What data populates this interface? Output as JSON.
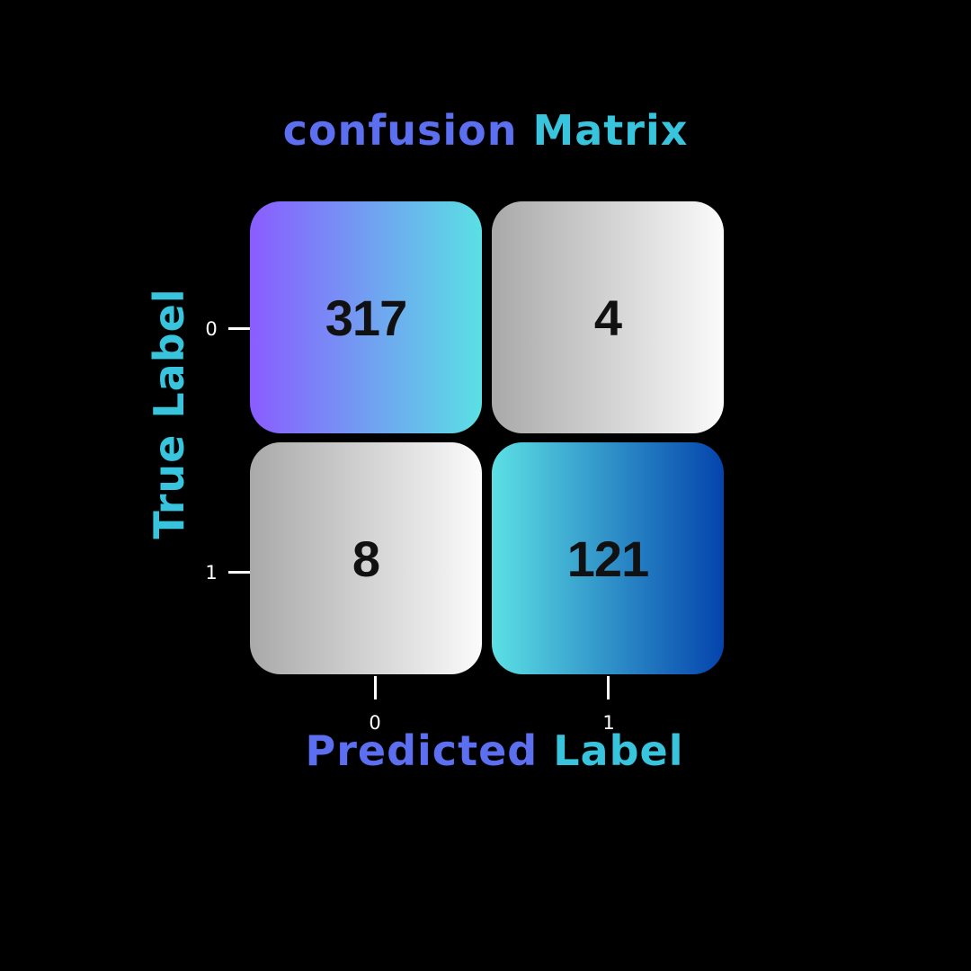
{
  "chart_data": {
    "type": "heatmap",
    "title_parts": [
      "confusion",
      "Matrix"
    ],
    "xlabel_parts": [
      "Predicted",
      "Label"
    ],
    "ylabel": "True Label",
    "x_categories": [
      "0",
      "1"
    ],
    "y_categories": [
      "0",
      "1"
    ],
    "values": [
      [
        317,
        4
      ],
      [
        8,
        121
      ]
    ],
    "cells": {
      "tn": "317",
      "fp": "4",
      "fn": "8",
      "tp": "121"
    },
    "colors": {
      "title_word1": "#5b6ff0",
      "title_word2": "#37c4dc",
      "tn_gradient": [
        "#8a5cff",
        "#5ae0e4"
      ],
      "tp_gradient": [
        "#5ce0e4",
        "#0444ad"
      ],
      "off_diagonal_gradient": [
        "#a9a9a9",
        "#fbfbfb"
      ],
      "background": "#000000"
    }
  }
}
